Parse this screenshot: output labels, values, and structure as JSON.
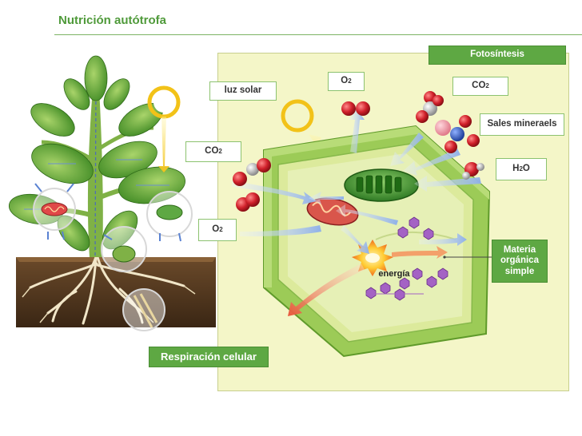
{
  "title": "Nutrición autótrofa",
  "labels": {
    "fotosintesis": "Fotosíntesis",
    "luz_solar": "luz solar",
    "o2_top": "O",
    "co2_top": "CO",
    "sales": "Sales mineraels",
    "co2_left": "CO",
    "h2o_h": "H",
    "h2o_o": "O",
    "o2_left": "O",
    "materia": "Materia orgánica simple",
    "energia": "energía",
    "respiracion": "Respiración celular",
    "sub2": "2"
  },
  "colors": {
    "title_green": "#4f9a3a",
    "label_green": "#5ea843",
    "panel_bg": "#f4f6c8",
    "cell_wall": "#8dbf4a",
    "cytoplasm": "#dcea9c",
    "mitochondria": "#d9564b",
    "chloroplast": "#3d8a2e",
    "oxygen_atom": "#d0202a",
    "carbon_atom": "#c9c9c9",
    "glucose": "#9a58b8"
  },
  "icons": [
    "sun-icon",
    "plant-illustration",
    "plant-cell-illustration",
    "mitochondrion-icon",
    "chloroplast-icon",
    "energy-burst-icon"
  ]
}
